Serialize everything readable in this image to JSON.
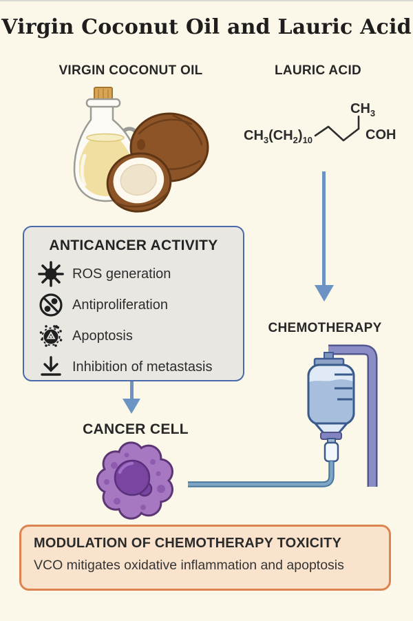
{
  "title": "Virgin Coconut Oil and Lauric Acid",
  "left_column": {
    "heading": "VIRGIN COCONUT OIL",
    "illustration": "coconut-oil-bottle-and-coconuts"
  },
  "right_column": {
    "heading": "LAURIC ACID",
    "chemo_label": "CHEMOTHERAPY",
    "illustration": "iv-chemotherapy-bag"
  },
  "formula": {
    "chain_c1": "CH",
    "chain_s1": "3",
    "chain_c2": "(CH",
    "chain_s2": "2",
    "chain_c3": ")",
    "chain_s3": "10",
    "methyl": "CH",
    "methyl_sub": "3",
    "acid": "COH"
  },
  "anticancer": {
    "title": "ANTICANCER ACTIVITY",
    "items": [
      {
        "icon": "ros-generation-icon",
        "label": "ROS generation"
      },
      {
        "icon": "antiproliferation-icon",
        "label": "Antiproliferation"
      },
      {
        "icon": "apoptosis-icon",
        "label": "Apoptosis"
      },
      {
        "icon": "metastasis-inhibition-icon",
        "label": "Inhibition of metastasis"
      }
    ]
  },
  "cancer_cell_label": "CANCER CELL",
  "modulation": {
    "title": "MODULATION OF CHEMOTHERAPY TOXICITY",
    "subtitle": "VCO mitigates oxidative inflammation and apoptosis"
  },
  "colors": {
    "background": "#fbf7e9",
    "arrow_blue": "#6b94c4",
    "anticancer_border": "#4a69ab",
    "anticancer_bg": "#e9e7e2",
    "modulation_border": "#dd8350",
    "modulation_bg": "#fae3cc",
    "iv_pole_purple": "#8b8dc6",
    "iv_bag_outline": "#3a5a8c",
    "iv_liquid": "#a7bfdd",
    "cell_purple": "#a778c2",
    "nucleus_purple": "#7a44a1",
    "coconut_brown": "#8d5527",
    "oil_gold": "#f0dfa0"
  }
}
